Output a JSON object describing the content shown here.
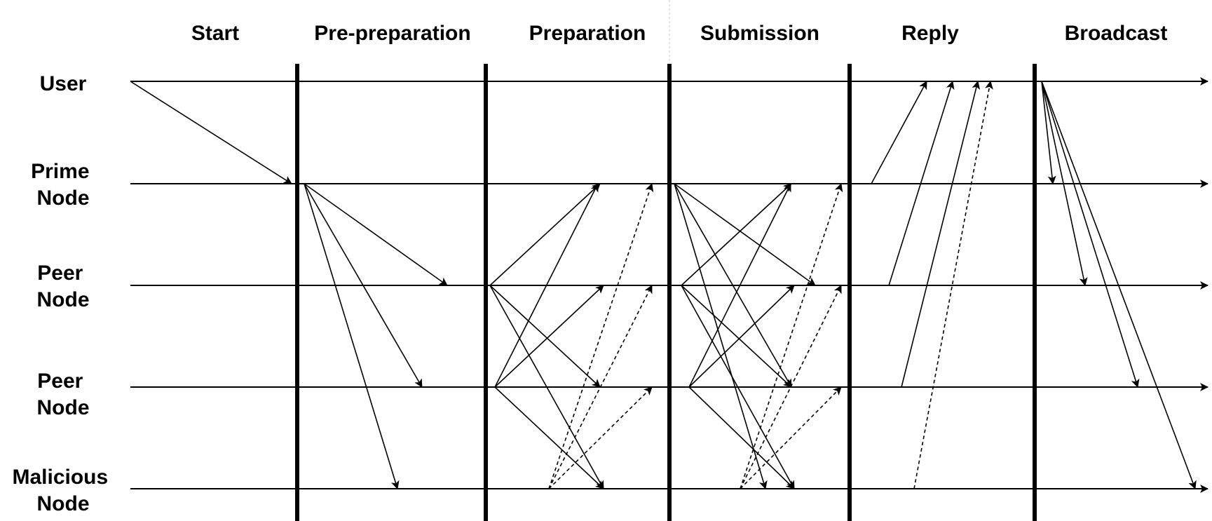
{
  "phases": [
    {
      "id": "start",
      "label": "Start"
    },
    {
      "id": "pre-preparation",
      "label": "Pre-preparation"
    },
    {
      "id": "preparation",
      "label": "Preparation"
    },
    {
      "id": "submission",
      "label": "Submission"
    },
    {
      "id": "reply",
      "label": "Reply"
    },
    {
      "id": "broadcast",
      "label": "Broadcast"
    }
  ],
  "nodes": [
    {
      "id": "user",
      "lines": [
        "User"
      ]
    },
    {
      "id": "prime",
      "lines": [
        "Prime",
        "Node"
      ]
    },
    {
      "id": "peer1",
      "lines": [
        "Peer",
        "Node"
      ]
    },
    {
      "id": "peer2",
      "lines": [
        "Peer",
        "Node"
      ]
    },
    {
      "id": "malicious",
      "lines": [
        "Malicious",
        "Node"
      ]
    }
  ],
  "colors": {
    "line": "#000000",
    "background": "#ffffff",
    "guide": "#c8c8c8"
  }
}
